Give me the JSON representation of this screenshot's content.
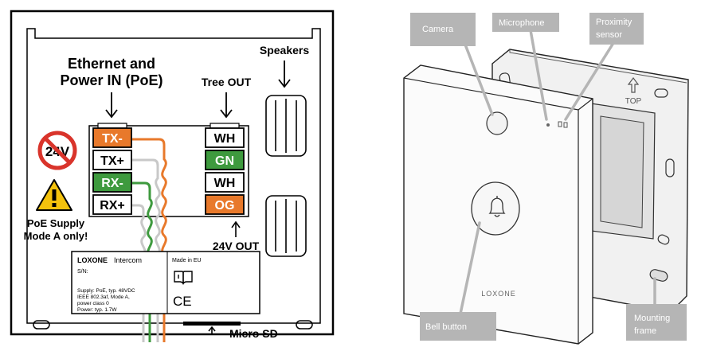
{
  "wiring": {
    "ethernet_title_line1": "Ethernet and",
    "ethernet_title_line2": "Power IN (PoE)",
    "tree_out_title": "Tree OUT",
    "speakers_title": "Speakers",
    "no_24v_label": "24V",
    "poe_note_line1": "PoE Supply",
    "poe_note_line2": "Mode A only!",
    "out_24v_label": "24V OUT",
    "micro_sd_label": "Micro SD",
    "left_terminals": [
      {
        "label": "TX-",
        "color": "#e8792b",
        "text_color": "#ffffff"
      },
      {
        "label": "TX+",
        "color": "#ffffff",
        "text_color": "#000000"
      },
      {
        "label": "RX-",
        "color": "#3e9a3e",
        "text_color": "#ffffff"
      },
      {
        "label": "RX+",
        "color": "#ffffff",
        "text_color": "#000000"
      }
    ],
    "right_terminals": [
      {
        "label": "WH",
        "color": "#ffffff",
        "text_color": "#000000"
      },
      {
        "label": "GN",
        "color": "#3e9a3e",
        "text_color": "#ffffff"
      },
      {
        "label": "WH",
        "color": "#ffffff",
        "text_color": "#000000"
      },
      {
        "label": "OG",
        "color": "#e8792b",
        "text_color": "#ffffff"
      }
    ],
    "product_label": {
      "brand": "LOXONE",
      "product": "Intercom",
      "made_in": "Made in EU",
      "serial": "S/N:",
      "spec_lines": [
        "Supply: PoE, typ. 48VDC",
        "IEEE 802.3af, Mode A,",
        "power class 0",
        "Power: typ. 1.7W"
      ],
      "ce_mark": "CE"
    },
    "colors": {
      "orange": "#e8792b",
      "green": "#3e9a3e",
      "no_sign_red": "#d9342b",
      "warning_yellow": "#f4c20d"
    }
  },
  "device": {
    "callouts": {
      "camera": "Camera",
      "microphone": "Microphone",
      "proximity_line1": "Proximity",
      "proximity_line2": "sensor",
      "bell_button": "Bell button",
      "mounting_line1": "Mounting",
      "mounting_line2": "frame"
    },
    "front_brand": "LOXONE",
    "frame_top_label": "TOP",
    "callout_color": "#b5b5b5",
    "bell_icon": "bell-icon"
  }
}
